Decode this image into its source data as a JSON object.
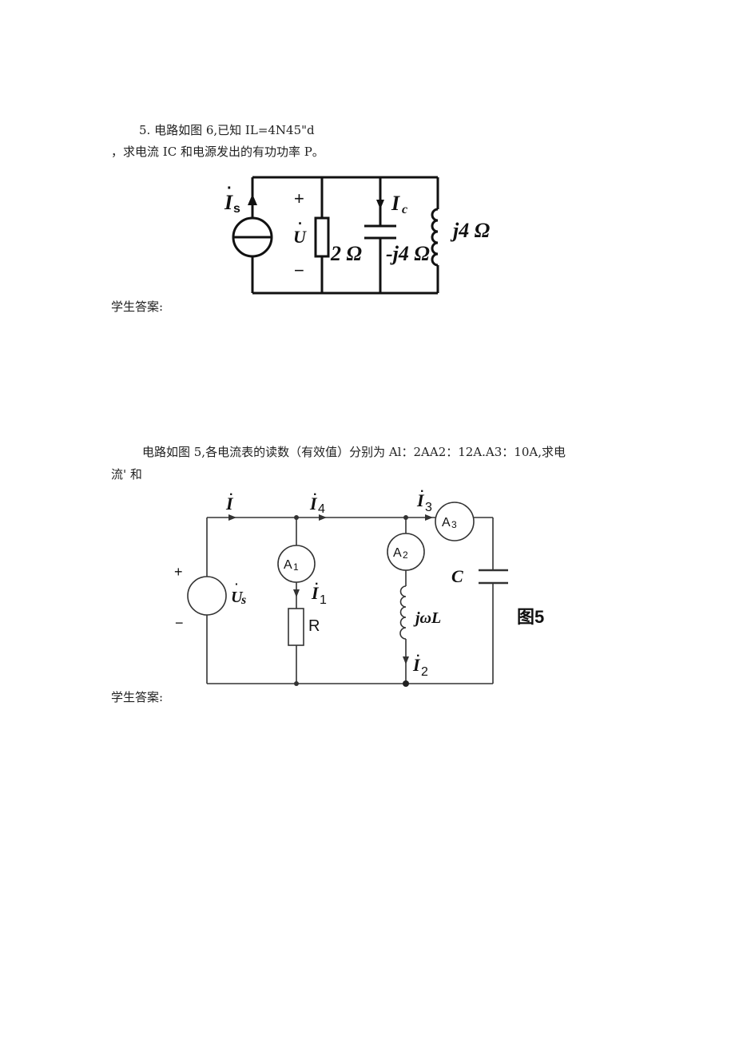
{
  "problem5": {
    "line1": "5. 电路如图 6,已知 IL=4N45\"d",
    "line2": "，求电流 IC 和电源发出的有功功率 P。",
    "answer_label": "学生答案:",
    "circuit": {
      "is_label": "I",
      "is_sub": "s",
      "plus": "+",
      "minus": "−",
      "u_label": "U",
      "r_label": "2 Ω",
      "ic_label": "I",
      "ic_sub": "c",
      "c_label": "-j4 Ω",
      "l_label": "j4 Ω",
      "dot": "·"
    }
  },
  "problem6": {
    "line1": "电路如图 5,各电流表的读数（有效值）分别为 Al：2AA2：12A.A3：10A,求电",
    "line2": "流' 和",
    "answer_label": "学生答案:",
    "circuit": {
      "i_label": "I",
      "i4_label": "I",
      "i4_sub": "4",
      "i3_label": "I",
      "i3_sub": "3",
      "a1": "A",
      "a1_sub": "1",
      "a2": "A",
      "a2_sub": "2",
      "a3": "A",
      "a3_sub": "3",
      "plus": "+",
      "minus": "−",
      "us_label": "U",
      "us_sub": "s",
      "i1_label": "I",
      "i1_sub": "1",
      "r_label": "R",
      "l_label": "jωL",
      "i2_label": "I",
      "i2_sub": "2",
      "c_label": "C",
      "fig_label": "图5",
      "dot": "·"
    }
  }
}
